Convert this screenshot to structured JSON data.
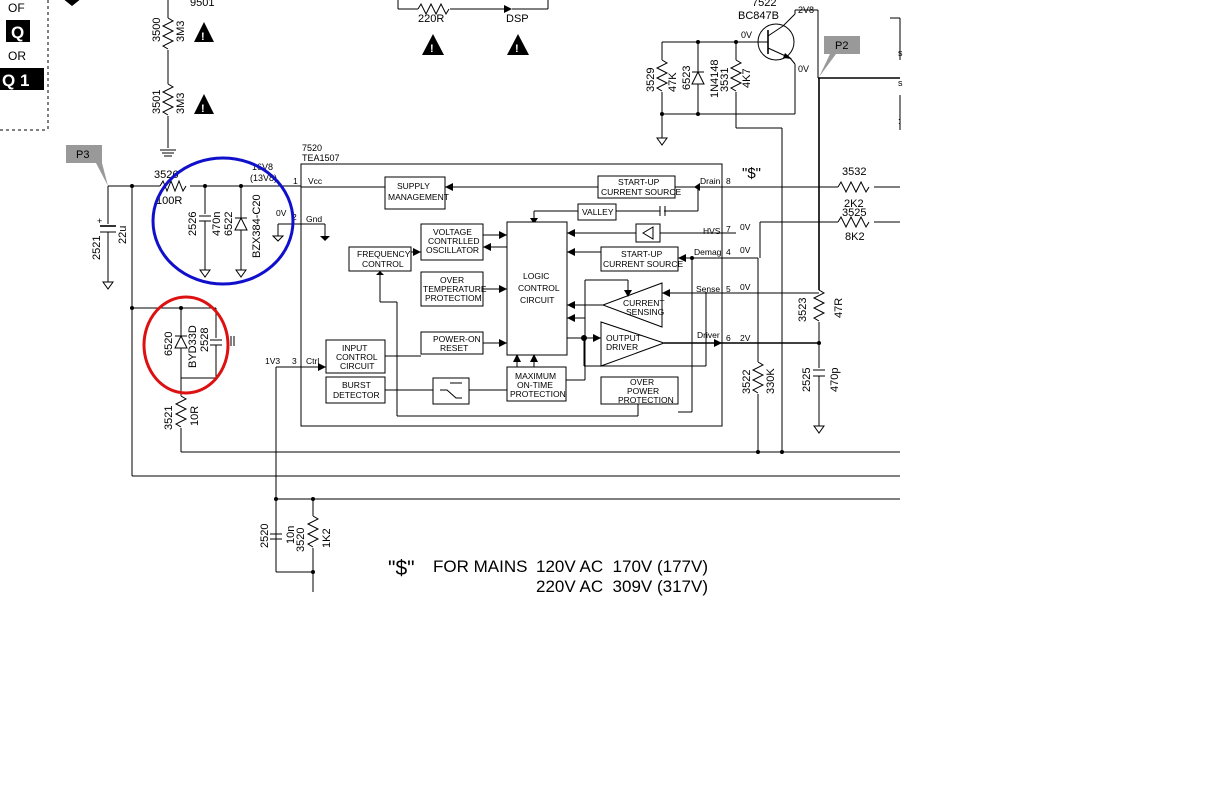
{
  "ic": {
    "ref": "7520",
    "part": "TEA1507"
  },
  "legend_left": {
    "line1": "OF",
    "q": "Q",
    "line2": "OR",
    "q1": "Q 1"
  },
  "top": {
    "label_9501": "9501",
    "r_220": "220R",
    "dsp": "DSP"
  },
  "transistor": {
    "ref": "7522",
    "part": "BC847B",
    "v_collector": "2V8",
    "v_base": "0V",
    "v_emitter": "0V"
  },
  "probes": {
    "p2": "P2",
    "p3": "P3"
  },
  "components": {
    "r3500": {
      "ref": "3500",
      "value": "3M3"
    },
    "r3501": {
      "ref": "3501",
      "value": "3M3"
    },
    "r3529": {
      "ref": "3529",
      "value": "47K"
    },
    "d6523": {
      "ref": "6523",
      "value": "1N4148"
    },
    "r3531": {
      "ref": "3531",
      "value": "4K7"
    },
    "r3526": {
      "ref": "3526",
      "value": "100R"
    },
    "c2521": {
      "ref": "2521",
      "value": "22u"
    },
    "c2526": {
      "ref": "2526",
      "value": "470n"
    },
    "d6522": {
      "ref": "6522",
      "value": "BZX384-C20"
    },
    "d6520": {
      "ref": "6520",
      "value": "BYD33D"
    },
    "c2528": {
      "ref": "2528"
    },
    "r3521": {
      "ref": "3521",
      "value": "10R"
    },
    "r3532": {
      "ref": "3532",
      "value": "2K2"
    },
    "r3525": {
      "ref": "3525",
      "value": "8K2"
    },
    "r3523": {
      "ref": "3523",
      "value": "47R"
    },
    "r3522": {
      "ref": "3522",
      "value": "330K"
    },
    "c2525": {
      "ref": "2525",
      "value": "470p"
    },
    "c2520": {
      "ref": "2520",
      "value": "10n"
    },
    "r3520": {
      "ref": "3520",
      "value": "1K2"
    }
  },
  "voltages": {
    "vcc1": "16V8",
    "vcc2": "(13V8)",
    "gnd": "0V",
    "hvs": "0V",
    "demag": "0V",
    "sense": "0V",
    "driver": "2V",
    "ctrl": "1V3"
  },
  "dollar": "\"$\"",
  "pins": {
    "vcc": {
      "num": "1",
      "name": "Vcc"
    },
    "gnd": {
      "num": "2",
      "name": "Gnd"
    },
    "ctrl": {
      "num": "3",
      "name": "Ctrl"
    },
    "demag": {
      "num": "4",
      "name": "Demag"
    },
    "sense": {
      "num": "5",
      "name": "Sense"
    },
    "driver": {
      "num": "6",
      "name": "Driver"
    },
    "hvs": {
      "num": "7",
      "name": "HVS"
    },
    "drain": {
      "num": "8",
      "name": "Drain"
    }
  },
  "blocks": {
    "supply": [
      "SUPPLY",
      "MANAGEMENT"
    ],
    "startup1": [
      "START-UP",
      "CURRENT SOURCE"
    ],
    "valley": "VALLEY",
    "vco": [
      "VOLTAGE",
      "CONTRLLED",
      "OSCILLATOR"
    ],
    "freq": [
      "FREQUENCY",
      "CONTROL"
    ],
    "logic": [
      "LOGIC",
      "CONTROL",
      "CIRCUIT"
    ],
    "startup2": [
      "START-UP",
      "CURRENT SOURCE"
    ],
    "overtemp": [
      "OVER",
      "TEMPERATURE",
      "PROTECTIOM"
    ],
    "current": [
      "CURRENT",
      "SENSING"
    ],
    "poweron": [
      "POWER-ON",
      "RESET"
    ],
    "outdrv": [
      "OUTPUT",
      "DRIVER"
    ],
    "input": [
      "INPUT",
      "CONTROL",
      "CIRCUIT"
    ],
    "burst": [
      "BURST",
      "DETECTOR"
    ],
    "maxon": [
      "MAXIMUM",
      "ON-TIME",
      "PROTECTION"
    ],
    "overpower": [
      "OVER",
      "POWER",
      "PROTECTION"
    ]
  },
  "mains_note": {
    "dollar": "\"$\"",
    "label": "FOR MAINS",
    "row1": "120V AC  170V (177V)",
    "row2": "220V AC  309V (317V)"
  },
  "highlights": {
    "blue": "#1010cc",
    "red": "#dd1111",
    "warning_fill": "#000000",
    "probe_fill": "#999999"
  }
}
